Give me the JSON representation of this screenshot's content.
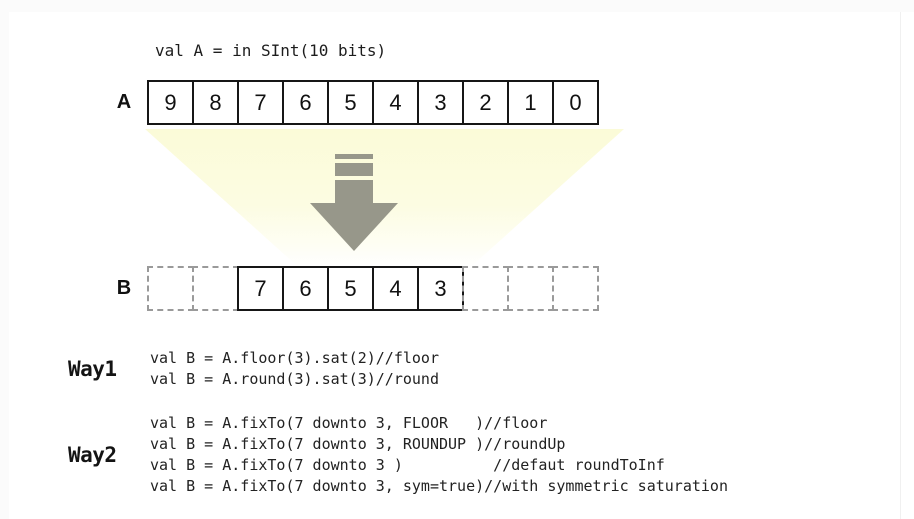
{
  "diagram": {
    "declaration": "val A = in SInt(10 bits)",
    "rowA": {
      "label": "A",
      "cells": [
        {
          "text": "9",
          "style": "solid"
        },
        {
          "text": "8",
          "style": "solid"
        },
        {
          "text": "7",
          "style": "solid"
        },
        {
          "text": "6",
          "style": "solid"
        },
        {
          "text": "5",
          "style": "solid"
        },
        {
          "text": "4",
          "style": "solid"
        },
        {
          "text": "3",
          "style": "solid"
        },
        {
          "text": "2",
          "style": "solid"
        },
        {
          "text": "1",
          "style": "solid"
        },
        {
          "text": "0",
          "style": "solid"
        }
      ]
    },
    "rowB": {
      "label": "B",
      "cells": [
        {
          "text": "",
          "style": "dashed"
        },
        {
          "text": "",
          "style": "dashed"
        },
        {
          "text": "7",
          "style": "solid"
        },
        {
          "text": "6",
          "style": "solid"
        },
        {
          "text": "5",
          "style": "solid"
        },
        {
          "text": "4",
          "style": "solid"
        },
        {
          "text": "3",
          "style": "solid"
        },
        {
          "text": "",
          "style": "dashed"
        },
        {
          "text": "",
          "style": "dashed"
        },
        {
          "text": "",
          "style": "dashed"
        }
      ]
    },
    "arrow": {
      "name": "down-arrow-icon",
      "color": "#97978a"
    },
    "funnel": {
      "name": "funnel-highlight",
      "color": "#fbfbd8"
    }
  },
  "way1": {
    "label": "Way1",
    "code": "val B = A.floor(3).sat(2)//floor\nval B = A.round(3).sat(3)//round"
  },
  "way2": {
    "label": "Way2",
    "code": "val B = A.fixTo(7 downto 3, FLOOR   )//floor\nval B = A.fixTo(7 downto 3, ROUNDUP )//roundUp\nval B = A.fixTo(7 downto 3 )          //defaut roundToInf\nval B = A.fixTo(7 downto 3, sym=true)//with symmetric saturation"
  },
  "colors": {
    "ink": "#161616",
    "dashed_border": "#9a9a9a",
    "arrow": "#97978a",
    "highlight": "#fbfbd8"
  }
}
